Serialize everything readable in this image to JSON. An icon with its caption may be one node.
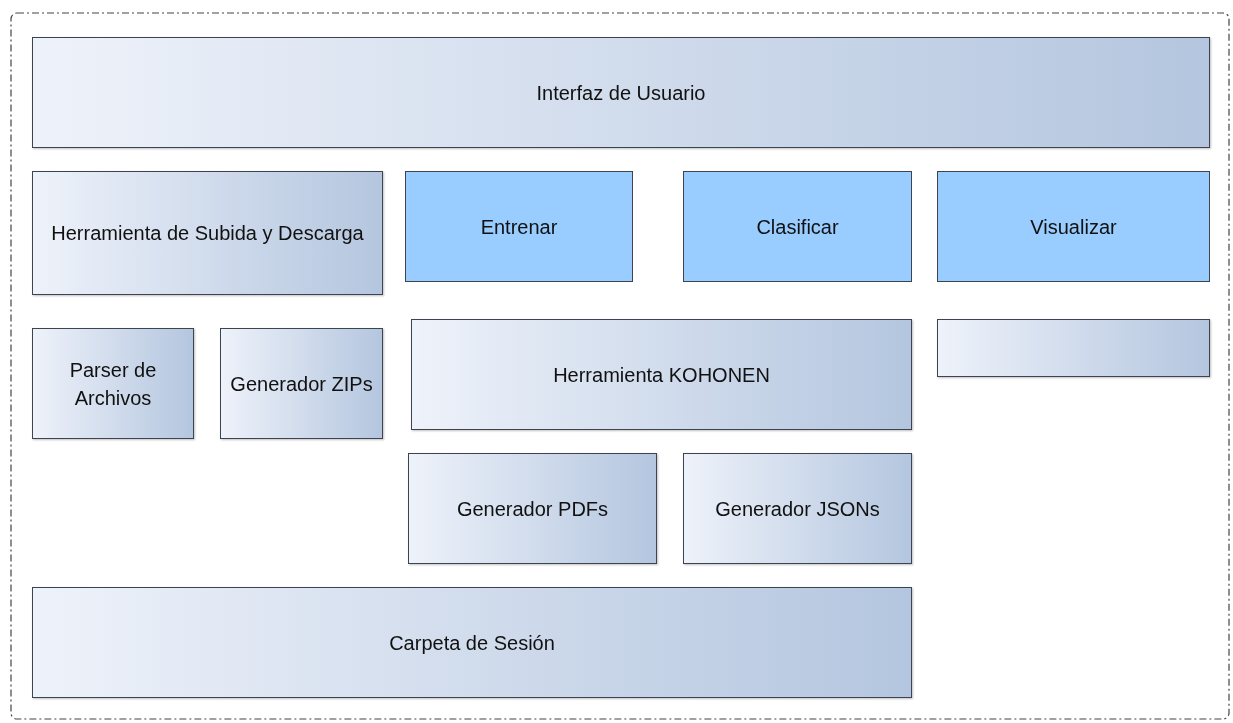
{
  "diagram": {
    "nodes": [
      {
        "text": [],
        "shape": "box"
      },
      {
        "text": [
          "Interfaz de Usuario"
        ],
        "in": 0
      },
      {
        "text": [
          "Herramienta de Subida y Descarga"
        ],
        "in": 0
      },
      {
        "text": [
          "Entrenar"
        ],
        "in": 0
      },
      {
        "text": [
          "Clasificar"
        ],
        "in": 0
      },
      {
        "text": [
          "Visualizar"
        ],
        "in": 0
      },
      {
        "text": [
          "Parser de Archivos"
        ],
        "in": 0
      },
      {
        "text": [
          "Generador ZIPs"
        ],
        "in": 0
      },
      {
        "text": [
          "Herramienta KOHONEN"
        ],
        "in": 0
      },
      {
        "text": [],
        "shape": "box",
        "in": 0
      },
      {
        "text": [
          "Generador PDFs"
        ],
        "in": 0
      },
      {
        "text": [
          "Generador JSONs"
        ],
        "in": 0
      },
      {
        "text": [
          "Carpeta de Sesión"
        ],
        "in": 0
      }
    ]
  }
}
